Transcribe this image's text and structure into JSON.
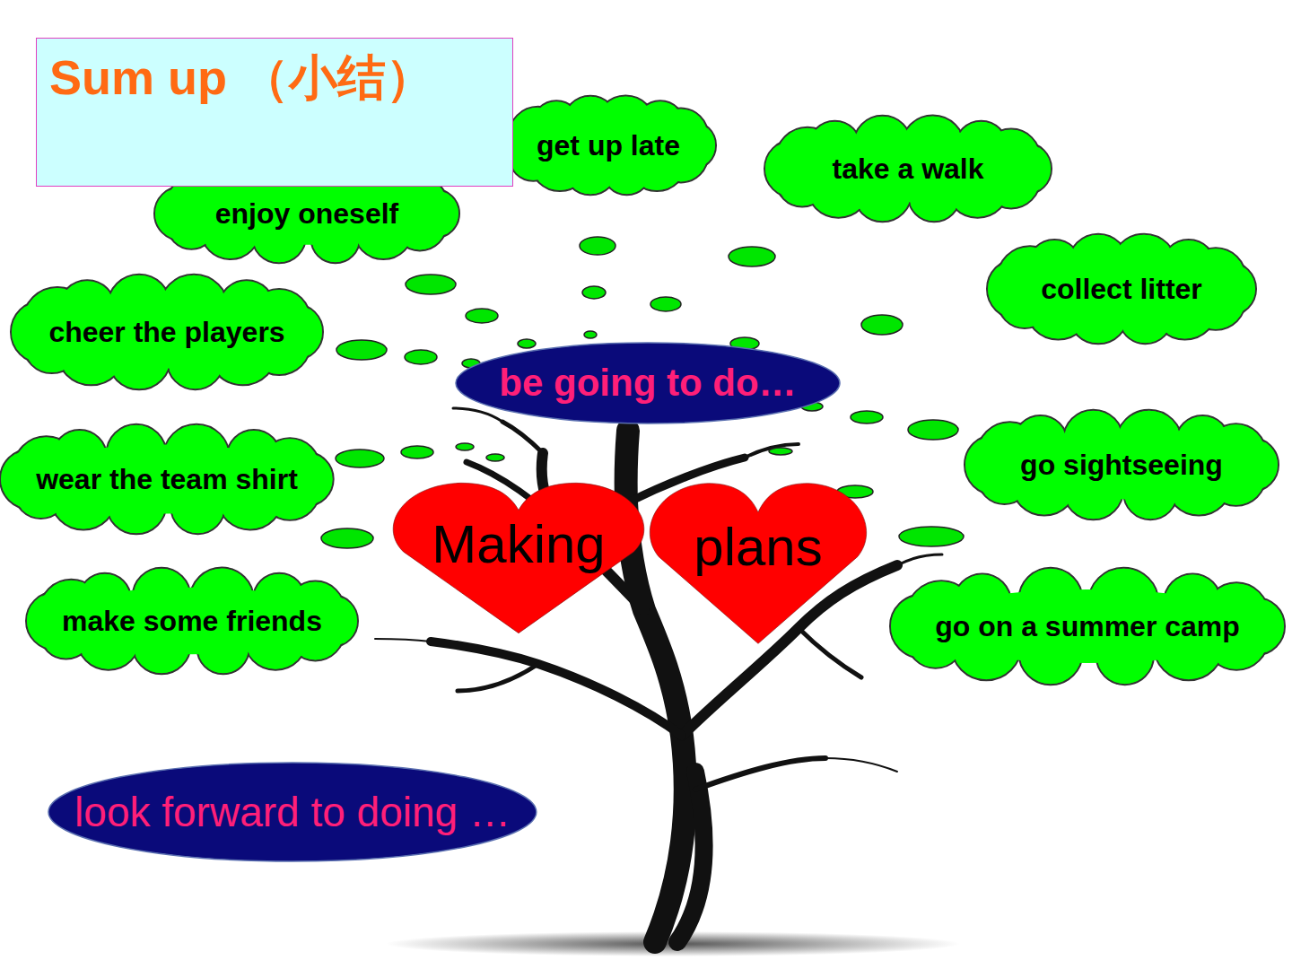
{
  "diagram": {
    "title": "Sum up （小结）",
    "nodes": [
      {
        "text": [
          "get up late"
        ]
      },
      {
        "text": [
          "take a walk"
        ]
      },
      {
        "text": [
          "enjoy oneself"
        ]
      },
      {
        "text": [
          "collect litter"
        ]
      },
      {
        "text": [
          "cheer the players"
        ]
      },
      {
        "text": [
          "be  going  to  do…"
        ]
      },
      {
        "text": [
          "go sightseeing"
        ]
      },
      {
        "text": [
          "wear the team shirt"
        ]
      },
      {
        "text": [
          "Making"
        ]
      },
      {
        "text": [
          "plans"
        ]
      },
      {
        "text": [
          "make some friends"
        ]
      },
      {
        "text": [
          "go on a summer camp"
        ]
      },
      {
        "text": [
          "look forward to doing …"
        ]
      }
    ]
  }
}
